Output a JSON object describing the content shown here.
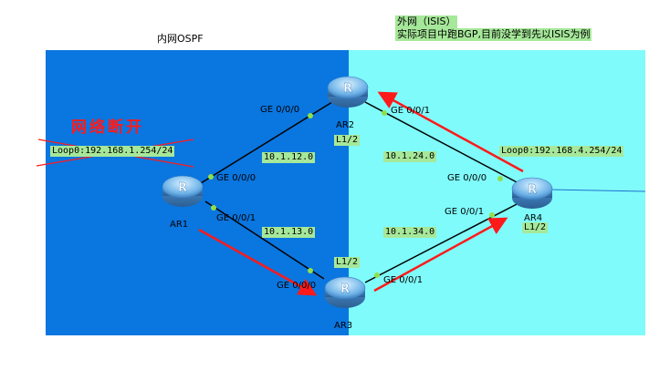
{
  "zones": {
    "left": {
      "title": "内网OSPF",
      "color": "#0a76e0"
    },
    "right": {
      "title_line1": "外网（ISIS）",
      "title_line2": "实际项目中跑BGP,目前没学到先以ISIS为例",
      "color": "#7ffbfb"
    }
  },
  "routers": {
    "ar1": {
      "name": "AR1"
    },
    "ar2": {
      "name": "AR2"
    },
    "ar3": {
      "name": "AR3"
    },
    "ar4": {
      "name": "AR4"
    }
  },
  "interfaces": {
    "ar1_g000": "GE 0/0/0",
    "ar1_g001": "GE 0/0/1",
    "ar2_g000": "GE 0/0/0",
    "ar2_g001": "GE 0/0/1",
    "ar3_g000": "GE 0/0/0",
    "ar3_g001": "GE 0/0/1",
    "ar4_g000": "GE 0/0/0",
    "ar4_g001": "GE 0/0/1"
  },
  "subnets": {
    "ar1_ar2": "10.1.12.0",
    "ar1_ar3": "10.1.13.0",
    "ar2_ar4": "10.1.24.0",
    "ar3_ar4": "10.1.34.0"
  },
  "levels": {
    "ar2": "L1/2",
    "ar3": "L1/2",
    "ar4": "L1/2"
  },
  "loopbacks": {
    "ar1": "Loop0:192.168.1.254/24",
    "ar4": "Loop0:192.168.4.254/24"
  },
  "annotation": {
    "broken_text": "网络断开",
    "color": "#ff1a1a"
  },
  "colors": {
    "link": "#000000",
    "port_dot": "#8fe04a",
    "arrow": "#ff1a1a",
    "label_bg": "#a6e89a"
  }
}
